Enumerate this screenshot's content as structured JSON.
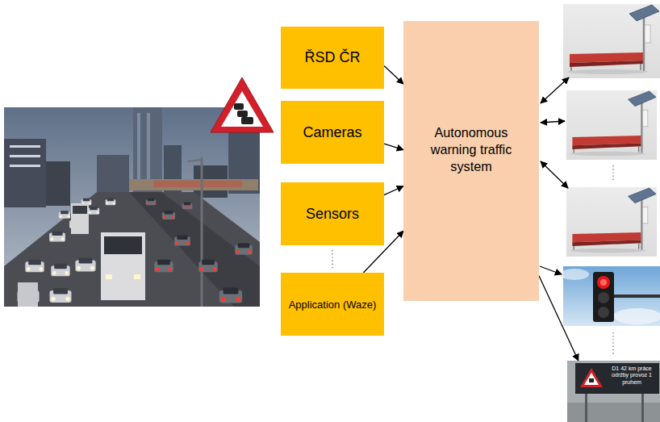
{
  "diagram": {
    "nodes": [
      {
        "text": [
          "ŘSD ČR"
        ]
      },
      {
        "text": [
          "Cameras"
        ]
      },
      {
        "text": [
          "Sensors"
        ]
      },
      {
        "text": [
          "Application (Waze)"
        ]
      },
      {
        "text": [
          "Autonomous warning traffic system"
        ]
      },
      {
        "text": [
          "D1 42 km práce údržby provoz 1 pruhem"
        ]
      }
    ],
    "edges": [
      {
        "from": 0,
        "to": 4,
        "arrow": "to"
      },
      {
        "from": 1,
        "to": 4,
        "arrow": "to"
      },
      {
        "from": 2,
        "to": 4,
        "arrow": "to"
      },
      {
        "from": 3,
        "to": 4,
        "arrow": "to"
      },
      {
        "from": 4,
        "to": 5,
        "arrow": "to"
      }
    ]
  }
}
